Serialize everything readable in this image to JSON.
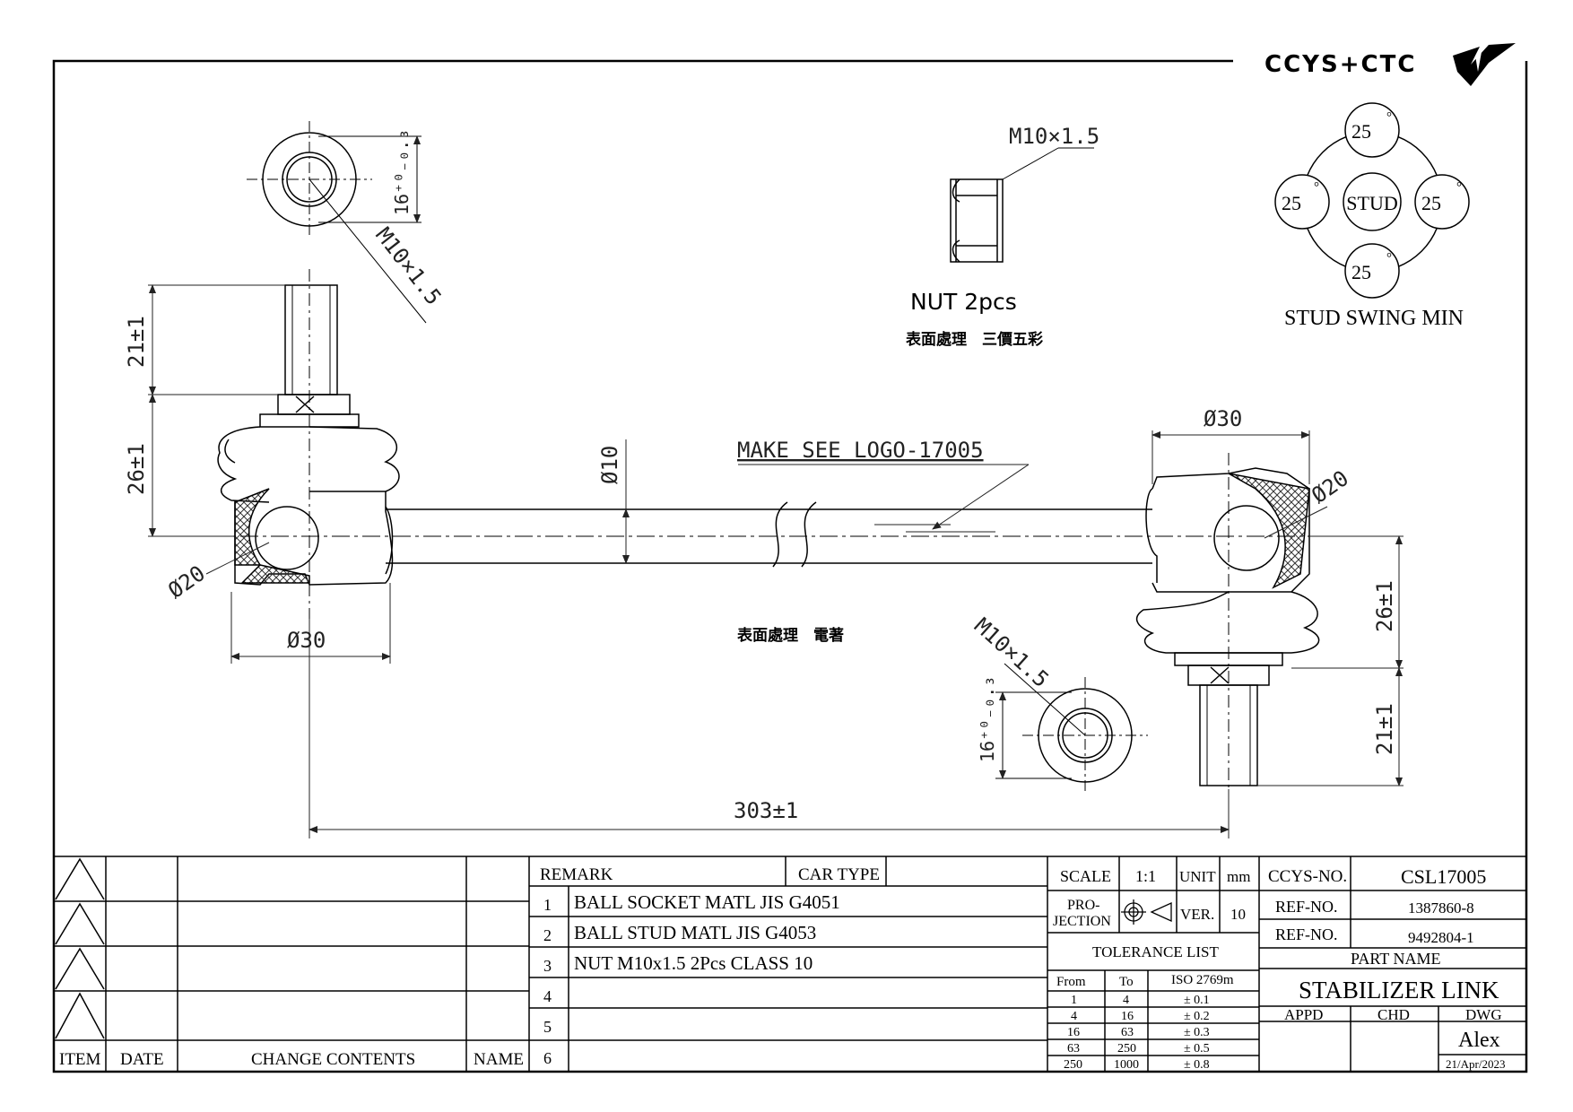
{
  "brand": {
    "logo_text": "CCYS+CTC"
  },
  "dimensions": {
    "washer_thread": "M10×1.5",
    "washer_height": "16⁺⁰₋₀.₃",
    "stud_length": "21±1",
    "stud_height": "26±1",
    "socket_diameter": "Ø20",
    "body_diameter": "Ø30",
    "rod_diameter": "Ø10",
    "overall_length": "303±1",
    "right_body_diameter": "Ø30",
    "right_socket_diameter": "Ø20",
    "right_stud_height": "26±1",
    "right_stud_length": "21±1",
    "right_washer_thread": "M10×1.5",
    "right_washer_height": "16⁺⁰₋₀.₃"
  },
  "annotations": {
    "make_logo": "MAKE SEE LOGO-17005",
    "surface_treatment_body": "表面處理　電著",
    "nut_thread": "M10×1.5",
    "nut_label": "NUT 2pcs",
    "surface_treatment_nut": "表面處理　三價五彩"
  },
  "swing": {
    "title": "STUD SWING MIN",
    "center": "STUD",
    "top": "25",
    "left": "25",
    "right": "25",
    "bottom": "25",
    "degree": "°"
  },
  "revision_table": {
    "headers": {
      "item": "ITEM",
      "date": "DATE",
      "change": "CHANGE CONTENTS",
      "name": "NAME"
    }
  },
  "remarks": {
    "header": "REMARK",
    "car_type": "CAR TYPE",
    "rows": [
      {
        "no": "1",
        "text": "BALL SOCKET MATL JIS G4051"
      },
      {
        "no": "2",
        "text": "BALL STUD MATL JIS G4053"
      },
      {
        "no": "3",
        "text": "NUT M10x1.5 2Pcs CLASS 10"
      },
      {
        "no": "4",
        "text": ""
      },
      {
        "no": "5",
        "text": ""
      },
      {
        "no": "6",
        "text": ""
      }
    ]
  },
  "spec": {
    "scale_label": "SCALE",
    "scale_value": "1:1",
    "unit_label": "UNIT",
    "unit_value": "mm",
    "projection_label_1": "PRO-",
    "projection_label_2": "JECTION",
    "ver_label": "VER.",
    "ver_value": "10",
    "tolerance_title": "TOLERANCE LIST",
    "tol_headers": {
      "from": "From",
      "to": "To",
      "iso": "ISO 2769m"
    },
    "tolerances": [
      {
        "from": "1",
        "to": "4",
        "tol": "± 0.1"
      },
      {
        "from": "4",
        "to": "16",
        "tol": "± 0.2"
      },
      {
        "from": "16",
        "to": "63",
        "tol": "± 0.3"
      },
      {
        "from": "63",
        "to": "250",
        "tol": "± 0.5"
      },
      {
        "from": "250",
        "to": "1000",
        "tol": "± 0.8"
      }
    ]
  },
  "title_block": {
    "ccys_label": "CCYS-NO.",
    "ccys_value": "CSL17005",
    "ref1_label": "REF-NO.",
    "ref1_value": "1387860-8",
    "ref2_label": "REF-NO.",
    "ref2_value": "9492804-1",
    "part_name_label": "PART NAME",
    "part_name": "STABILIZER LINK",
    "appd": "APPD",
    "chd": "CHD",
    "dwg": "DWG",
    "drawer": "Alex",
    "date": "21/Apr/2023"
  }
}
